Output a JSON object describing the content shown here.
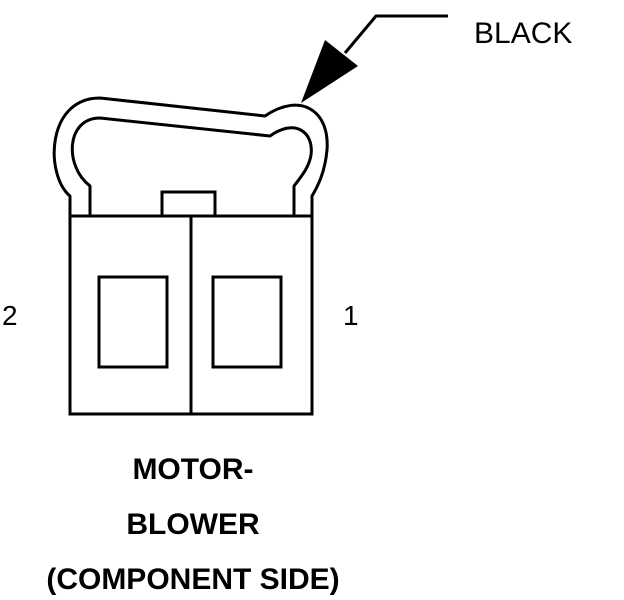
{
  "callout": {
    "color_label": "BLACK"
  },
  "pins": {
    "left": "2",
    "right": "1"
  },
  "caption": {
    "line1": "MOTOR-",
    "line2": "BLOWER",
    "line3": "(COMPONENT SIDE)"
  },
  "colors": {
    "ink": "#000000",
    "background": "#ffffff"
  }
}
